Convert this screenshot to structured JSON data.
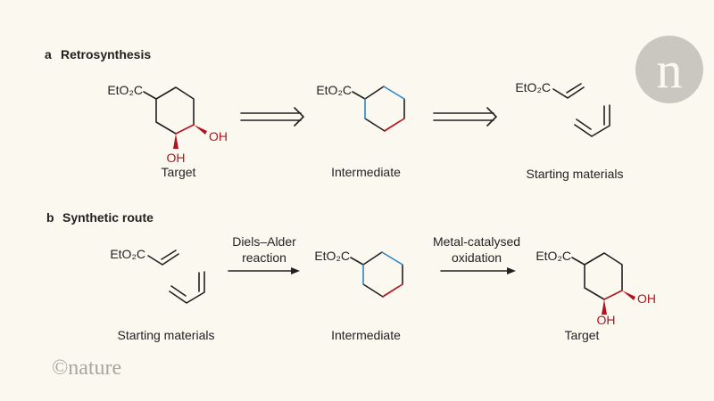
{
  "panel_a": {
    "letter": "a",
    "title": "Retrosynthesis",
    "target_label": "Target",
    "intermediate_label": "Intermediate",
    "starting_label": "Starting materials"
  },
  "panel_b": {
    "letter": "b",
    "title": "Synthetic route",
    "starting_label": "Starting materials",
    "intermediate_label": "Intermediate",
    "target_label": "Target",
    "step1": [
      "Diels–Alder",
      "reaction"
    ],
    "step2": [
      "Metal-catalysed",
      "oxidation"
    ]
  },
  "chem": {
    "ester": "EtO₂C",
    "hydroxyl": "OH"
  },
  "logo": {
    "letter": "n",
    "wordmark": "©nature"
  },
  "colors": {
    "bond": "#231f20",
    "new_bond_blue": "#2b86c5",
    "new_bond_red": "#b3121f"
  }
}
